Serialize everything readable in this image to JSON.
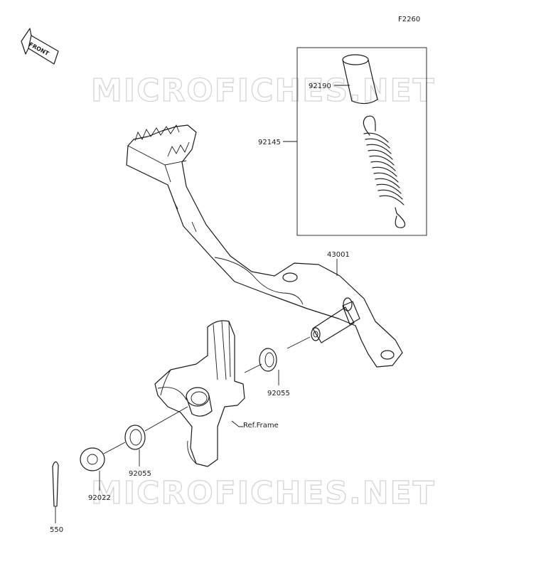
{
  "diagram_code": "F2260",
  "front_label": "FRONT",
  "watermark_top": "MICROFICHES.NET",
  "watermark_bottom": "MICROFICHES.NET",
  "parts": [
    {
      "id": "92190",
      "label": "92190"
    },
    {
      "id": "92145",
      "label": "92145"
    },
    {
      "id": "43001",
      "label": "43001"
    },
    {
      "id": "92055a",
      "label": "92055"
    },
    {
      "id": "ref-frame",
      "label": "Ref.Frame"
    },
    {
      "id": "92055b",
      "label": "92055"
    },
    {
      "id": "92022",
      "label": "92022"
    },
    {
      "id": "550",
      "label": "550"
    }
  ]
}
